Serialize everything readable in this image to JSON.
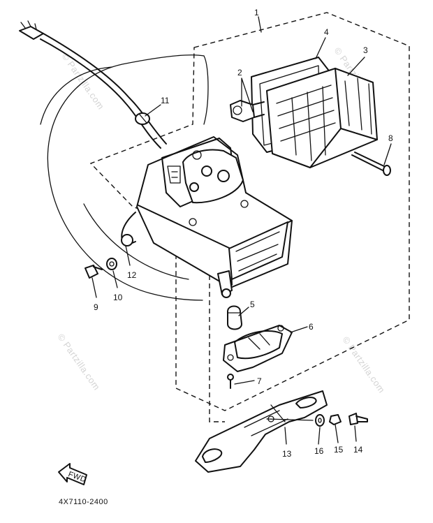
{
  "diagram": {
    "part_code": "4X7110-2400",
    "fwd_label": "FWD",
    "watermark": "© Partzilla.com",
    "callouts": [
      "1",
      "2",
      "3",
      "4",
      "5",
      "6",
      "7",
      "8",
      "9",
      "10",
      "11",
      "12",
      "13",
      "14",
      "15",
      "16"
    ]
  }
}
